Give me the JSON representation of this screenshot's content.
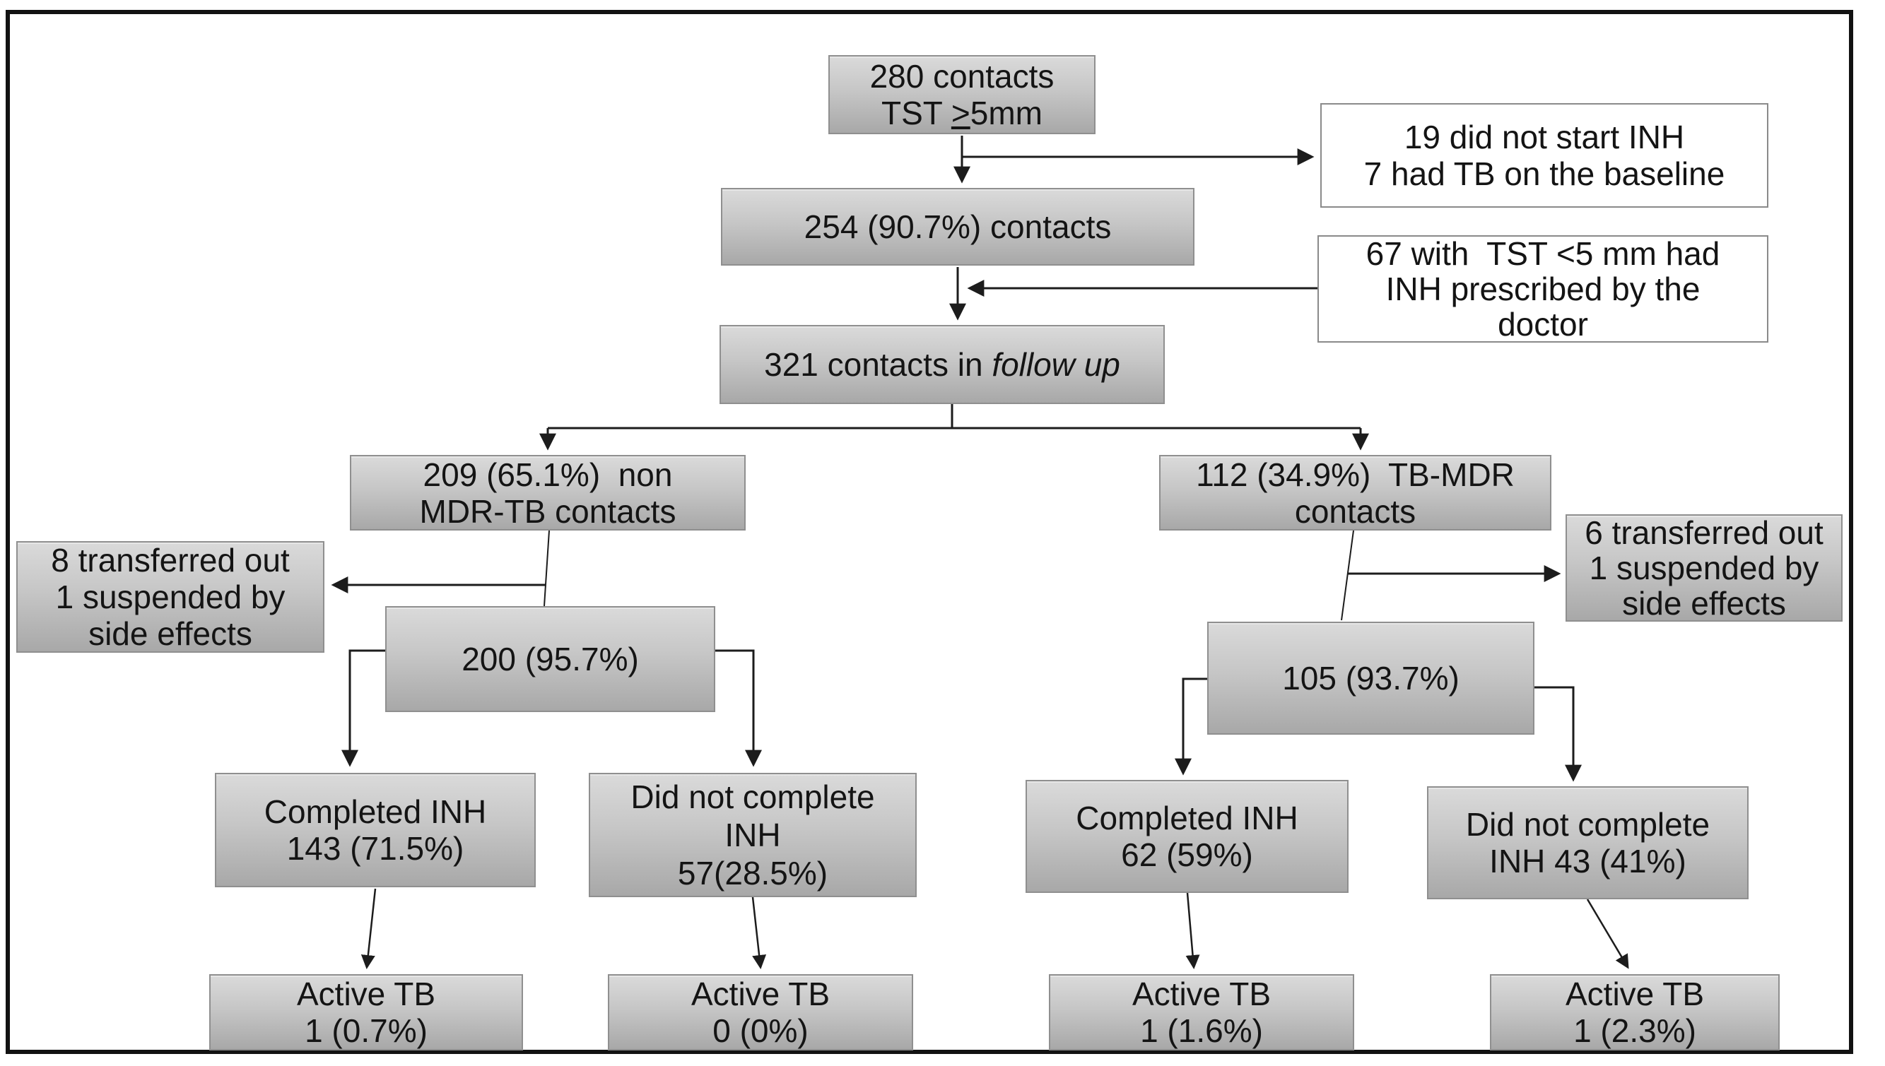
{
  "diagram": {
    "description": "TB contact INH treatment cascade flowchart",
    "colors": {
      "box_fill_top": "#dadada",
      "box_fill_bottom": "#a8a8a8",
      "box_border": "#8f8f8f",
      "note_fill": "#ffffff",
      "note_border": "#8a8a8a",
      "connector": "#1c1c1c",
      "frame": "#121212",
      "text": "#141414"
    }
  },
  "nodes": {
    "contacts_280": {
      "lines": [
        [
          {
            "t": "280 contacts"
          }
        ],
        [
          {
            "t": "TST "
          },
          {
            "t": ">",
            "u": true
          },
          {
            "t": "5mm"
          }
        ]
      ]
    },
    "contacts_254": {
      "lines": [
        [
          {
            "t": "254 (90.7%) contacts"
          }
        ]
      ]
    },
    "note_not_started": {
      "lines": [
        [
          {
            "t": "19 did not start INH"
          }
        ],
        [
          {
            "t": "7 had TB on the baseline"
          }
        ]
      ]
    },
    "note_tst_under5": {
      "lines": [
        [
          {
            "t": "67 with  TST <5 mm had"
          }
        ],
        [
          {
            "t": "INH prescribed by the"
          }
        ],
        [
          {
            "t": "doctor"
          }
        ]
      ]
    },
    "followup_321": {
      "lines": [
        [
          {
            "t": "321 contacts in "
          },
          {
            "t": "follow up",
            "i": true
          }
        ]
      ]
    },
    "non_mdr_209": {
      "lines": [
        [
          {
            "t": "209 (65.1%)  non"
          }
        ],
        [
          {
            "t": "MDR-TB contacts"
          }
        ]
      ]
    },
    "mdr_112": {
      "lines": [
        [
          {
            "t": "112 (34.9%)  TB-MDR"
          }
        ],
        [
          {
            "t": "contacts"
          }
        ]
      ]
    },
    "left_transferred": {
      "lines": [
        [
          {
            "t": "8 transferred out"
          }
        ],
        [
          {
            "t": "1 suspended by"
          }
        ],
        [
          {
            "t": "side effects"
          }
        ]
      ]
    },
    "right_transferred": {
      "lines": [
        [
          {
            "t": "6 transferred out"
          }
        ],
        [
          {
            "t": "1 suspended by"
          }
        ],
        [
          {
            "t": "side effects"
          }
        ]
      ]
    },
    "on_inh_200": {
      "lines": [
        [
          {
            "t": "200 (95.7%)"
          }
        ]
      ]
    },
    "on_inh_105": {
      "lines": [
        [
          {
            "t": "105 (93.7%)"
          }
        ]
      ]
    },
    "completed_143": {
      "lines": [
        [
          {
            "t": "Completed INH"
          }
        ],
        [
          {
            "t": "143 (71.5%)"
          }
        ]
      ]
    },
    "not_completed_57": {
      "lines": [
        [
          {
            "t": "Did not complete"
          }
        ],
        [
          {
            "t": "INH"
          }
        ],
        [
          {
            "t": "57(28.5%)"
          }
        ]
      ]
    },
    "completed_62": {
      "lines": [
        [
          {
            "t": "Completed INH"
          }
        ],
        [
          {
            "t": "62 (59%)"
          }
        ]
      ]
    },
    "not_completed_43": {
      "lines": [
        [
          {
            "t": "Did not complete"
          }
        ],
        [
          {
            "t": "INH 43 (41%)"
          }
        ]
      ]
    },
    "active_tb_completed_nonmdr": {
      "lines": [
        [
          {
            "t": "Active TB"
          }
        ],
        [
          {
            "t": "1 (0.7%)"
          }
        ]
      ]
    },
    "active_tb_not_completed_nonmdr": {
      "lines": [
        [
          {
            "t": "Active TB"
          }
        ],
        [
          {
            "t": "0 (0%)"
          }
        ]
      ]
    },
    "active_tb_completed_mdr": {
      "lines": [
        [
          {
            "t": "Active TB"
          }
        ],
        [
          {
            "t": "1 (1.6%)"
          }
        ]
      ]
    },
    "active_tb_not_completed_mdr": {
      "lines": [
        [
          {
            "t": "Active TB"
          }
        ],
        [
          {
            "t": "1 (2.3%)"
          }
        ]
      ]
    }
  }
}
